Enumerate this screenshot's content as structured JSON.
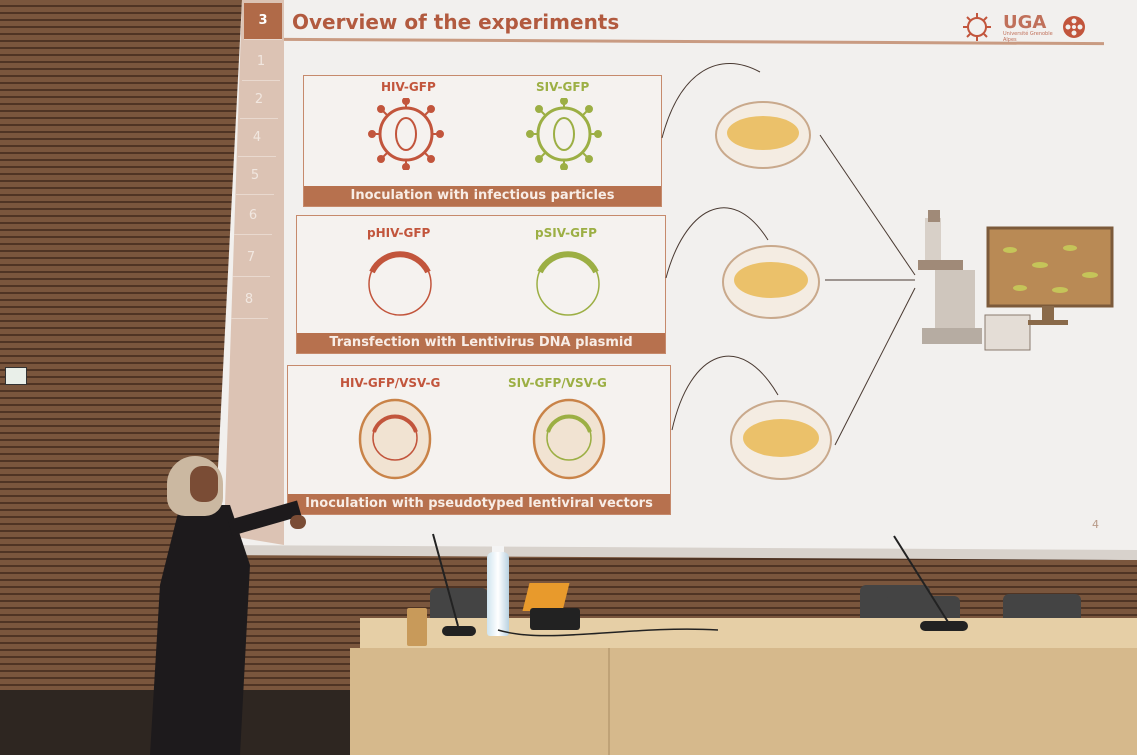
{
  "slide": {
    "number": "3",
    "title": "Overview of the experiments",
    "page": "4",
    "sidebar_numbers": [
      "3",
      "1",
      "2",
      "4",
      "5",
      "6",
      "7",
      "8"
    ],
    "logo": "UGA",
    "logo_subtitle": "Université Grenoble Alpes",
    "panels": [
      {
        "left_label": "HIV-GFP",
        "right_label": "SIV-GFP",
        "caption": "Inoculation with infectious particles"
      },
      {
        "left_label": "pHIV-GFP",
        "right_label": "pSIV-GFP",
        "caption": "Transfection with Lentivirus DNA plasmid"
      },
      {
        "left_label": "HIV-GFP/VSV-G",
        "right_label": "SIV-GFP/VSV-G",
        "caption": "Inoculation with pseudotyped lentiviral vectors"
      }
    ]
  },
  "colors": {
    "accent_red": "#c2553c",
    "accent_green": "#9caf44",
    "caption_bar": "#b7714e",
    "wall": "#7a563d"
  },
  "icons": [
    "virus-icon",
    "plasmid-icon",
    "petri-dish-icon",
    "microscope-icon",
    "monitor-icon"
  ]
}
